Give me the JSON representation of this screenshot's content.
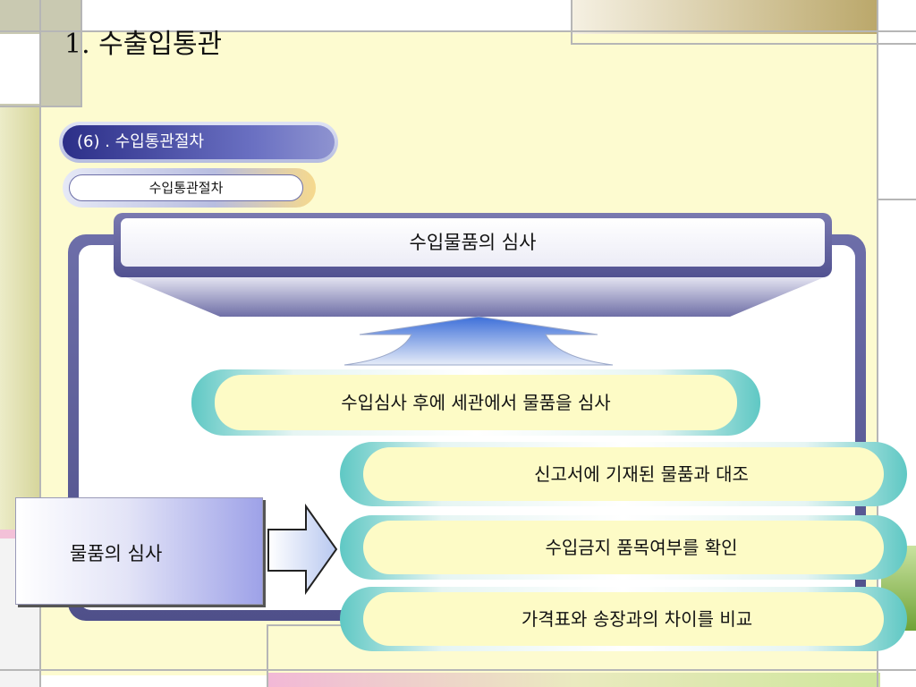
{
  "slide": {
    "title": "1. 수출입통관",
    "section_label": "(6) . 수입통관절차",
    "subsection_label": "수입통관절차"
  },
  "diagram": {
    "header": "수입물품의 심사",
    "step": "수입심사 후에 세관에서 물품을 심사",
    "side_label": "물품의 심사",
    "items": [
      "신고서에 기재된 물품과 대조",
      "수입금지 품목여부를 확인",
      "가격표와 송장과의 차이를 비교"
    ]
  },
  "colors": {
    "background": "#fdfbd0",
    "tab_dark": "#2c2f88",
    "frame": "#5d5e9a",
    "pill_edge": "#5fc8c4",
    "pill_fill": "#fdfbc6"
  }
}
